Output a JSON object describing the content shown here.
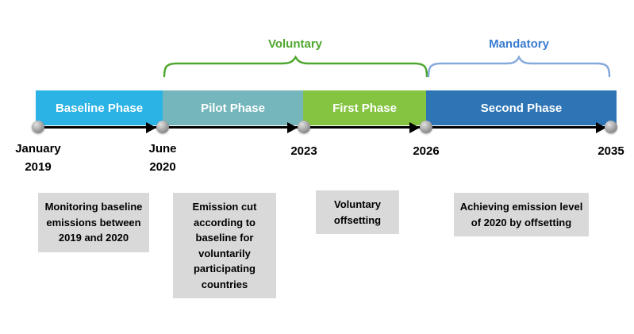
{
  "braces": [
    {
      "label": "Voluntary",
      "label_color": "#4EA72E",
      "brace_color": "#4EA72E"
    },
    {
      "label": "Mandatory",
      "label_color": "#3A7CD0",
      "brace_color": "#85A9DC"
    }
  ],
  "phases": [
    {
      "label": "Baseline Phase",
      "color": "#2BB3E6"
    },
    {
      "label": "Pilot Phase",
      "color": "#74B6BB"
    },
    {
      "label": "First Phase",
      "color": "#85C441"
    },
    {
      "label": "Second Phase",
      "color": "#2E75B6"
    }
  ],
  "markers": [
    {
      "line1": "January",
      "line2": "2019"
    },
    {
      "line1": "June",
      "line2": "2020"
    },
    {
      "line1": "2023",
      "line2": ""
    },
    {
      "line1": "2026",
      "line2": ""
    },
    {
      "line1": "2035",
      "line2": ""
    }
  ],
  "notes": [
    {
      "text": "Monitoring baseline emissions between 2019 and 2020"
    },
    {
      "text": "Emission cut according to baseline for voluntarily participating countries"
    },
    {
      "text": "Voluntary offsetting"
    },
    {
      "text": "Achieving emission level of 2020 by offsetting"
    }
  ],
  "colors": {
    "timeline": "#000000",
    "note_bg": "#D9D9D9",
    "marker_dot": "#9A9A9A"
  }
}
